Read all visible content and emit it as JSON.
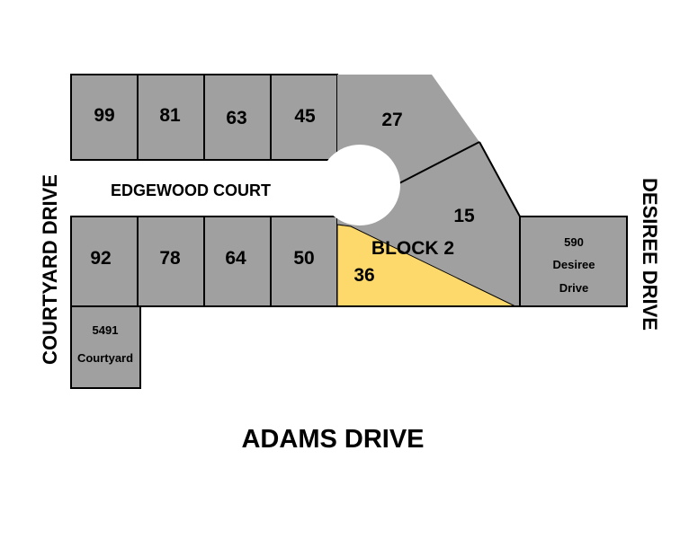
{
  "colors": {
    "lot": "#a0a0a0",
    "highlight": "#fdd86b"
  },
  "streets": {
    "top": "EDGEWOOD COURT",
    "left": "COURTYARD DRIVE",
    "right": "DESIREE DRIVE",
    "bottom": "ADAMS DRIVE"
  },
  "block_label": "BLOCK 2",
  "lots": {
    "l99": "99",
    "l81": "81",
    "l63": "63",
    "l45": "45",
    "l27": "27",
    "l15": "15",
    "l92": "92",
    "l78": "78",
    "l64": "64",
    "l50": "50",
    "l36": "36",
    "l5491": [
      "5491",
      "Courtyard"
    ],
    "l590": [
      "590",
      "Desiree",
      "Drive"
    ]
  },
  "highlighted_lot": "36"
}
